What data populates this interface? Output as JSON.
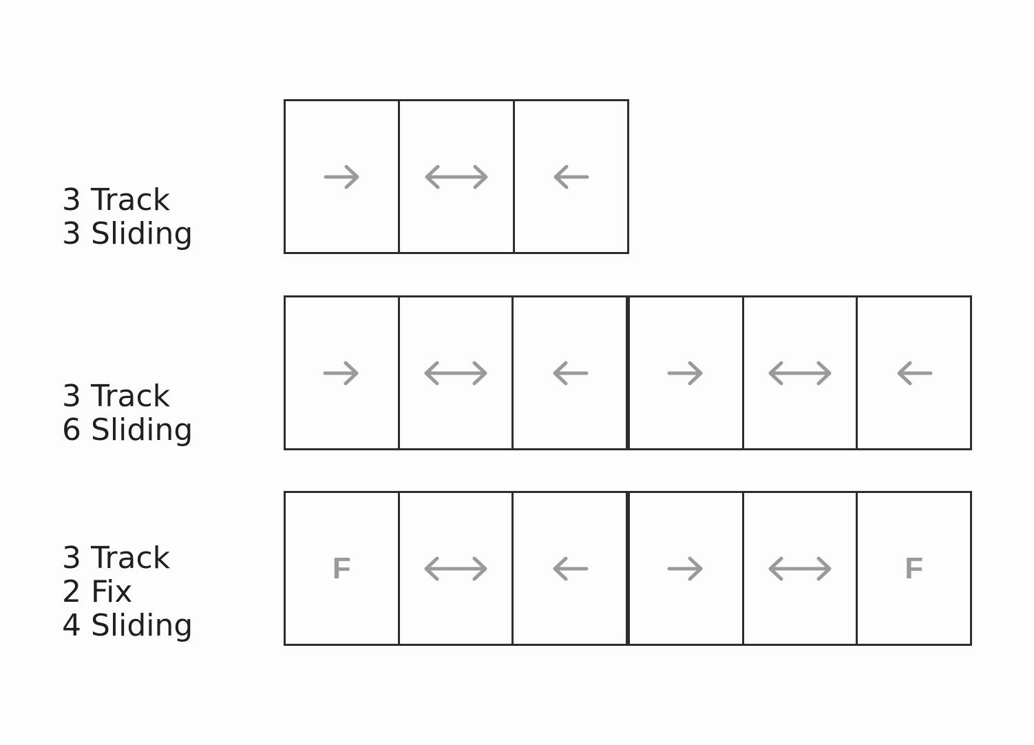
{
  "arrow_color": "#9a9a9a",
  "line_color": "#2d2d2d",
  "rows": [
    {
      "label_lines": [
        "3 Track",
        "3 Sliding"
      ],
      "panels": [
        {
          "type": "arrow-right-icon"
        },
        {
          "type": "arrow-both-icon"
        },
        {
          "type": "arrow-left-icon"
        }
      ]
    },
    {
      "label_lines": [
        "3 Track",
        "6 Sliding"
      ],
      "panels": [
        {
          "type": "arrow-right-icon"
        },
        {
          "type": "arrow-both-icon"
        },
        {
          "type": "arrow-left-icon"
        },
        {
          "type": "arrow-right-icon"
        },
        {
          "type": "arrow-both-icon"
        },
        {
          "type": "arrow-left-icon"
        }
      ]
    },
    {
      "label_lines": [
        "3 Track",
        "2 Fix",
        "4 Sliding"
      ],
      "panels": [
        {
          "type": "fixed",
          "text": "F"
        },
        {
          "type": "arrow-both-icon"
        },
        {
          "type": "arrow-left-icon"
        },
        {
          "type": "arrow-right-icon"
        },
        {
          "type": "arrow-both-icon"
        },
        {
          "type": "fixed",
          "text": "F"
        }
      ]
    }
  ]
}
